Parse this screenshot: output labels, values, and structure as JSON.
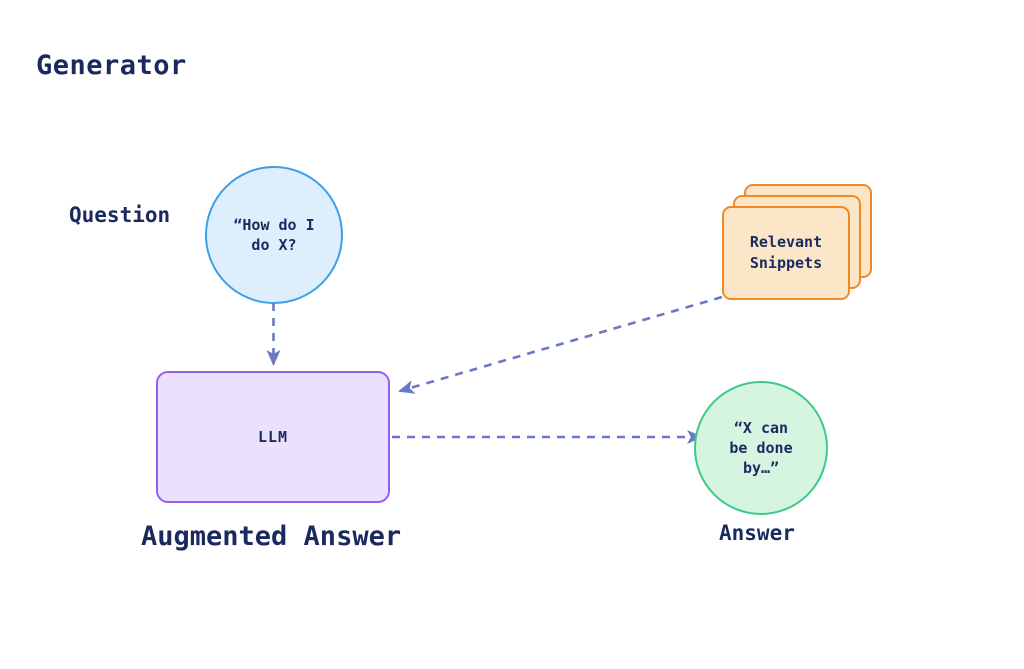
{
  "title": "Generator",
  "colors": {
    "background": "#ffffff",
    "text": "#1b2a5e",
    "question_fill": "#dfeefc",
    "question_stroke": "#3aa0e8",
    "snippet_fill": "#fce6c8",
    "snippet_stroke": "#f08a24",
    "llm_fill": "#eae2fd",
    "llm_stroke": "#9a5cf0",
    "answer_fill": "#d6f5e0",
    "answer_stroke": "#3cc98a",
    "arrow": "#6b79c4"
  },
  "labels": {
    "question": "Question",
    "augmented_answer": "Augmented Answer",
    "answer": "Answer"
  },
  "nodes": {
    "question": {
      "shape": "circle",
      "line1": "“How do I",
      "line2": "do X?"
    },
    "snippets": {
      "shape": "stacked-cards",
      "card_count": 3,
      "line1": "Relevant",
      "line2": "Snippets"
    },
    "llm": {
      "shape": "rounded-rect",
      "label": "LLM"
    },
    "answer": {
      "shape": "circle",
      "line1": "“X can",
      "line2": "be done",
      "line3": "by…”"
    }
  },
  "edges": [
    {
      "id": "question-to-llm",
      "from": "question",
      "to": "llm",
      "style": "dashed",
      "direction": "down",
      "label": ""
    },
    {
      "id": "snippets-to-llm",
      "from": "snippets",
      "to": "llm",
      "style": "dashed",
      "direction": "diagonal-down-left",
      "label": ""
    },
    {
      "id": "llm-to-answer",
      "from": "llm",
      "to": "answer",
      "style": "dashed",
      "direction": "right",
      "label": ""
    }
  ]
}
